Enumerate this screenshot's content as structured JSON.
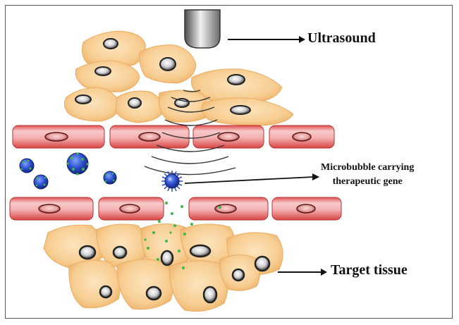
{
  "labels": {
    "ultrasound": "Ultrasound",
    "microbubble_line1": "Microbubble carrying",
    "microbubble_line2": "therapeutic gene",
    "target_tissue": "Target tissue"
  },
  "colors": {
    "cell_fill": "#f5c88a",
    "cell_edge": "#e8a85a",
    "vessel_fill": "#e05a5a",
    "vessel_highlight": "#f6b5b5",
    "microbubble": "#2a49c8",
    "gene_particle": "#3cb84a",
    "transducer": "#8a8a8a"
  }
}
